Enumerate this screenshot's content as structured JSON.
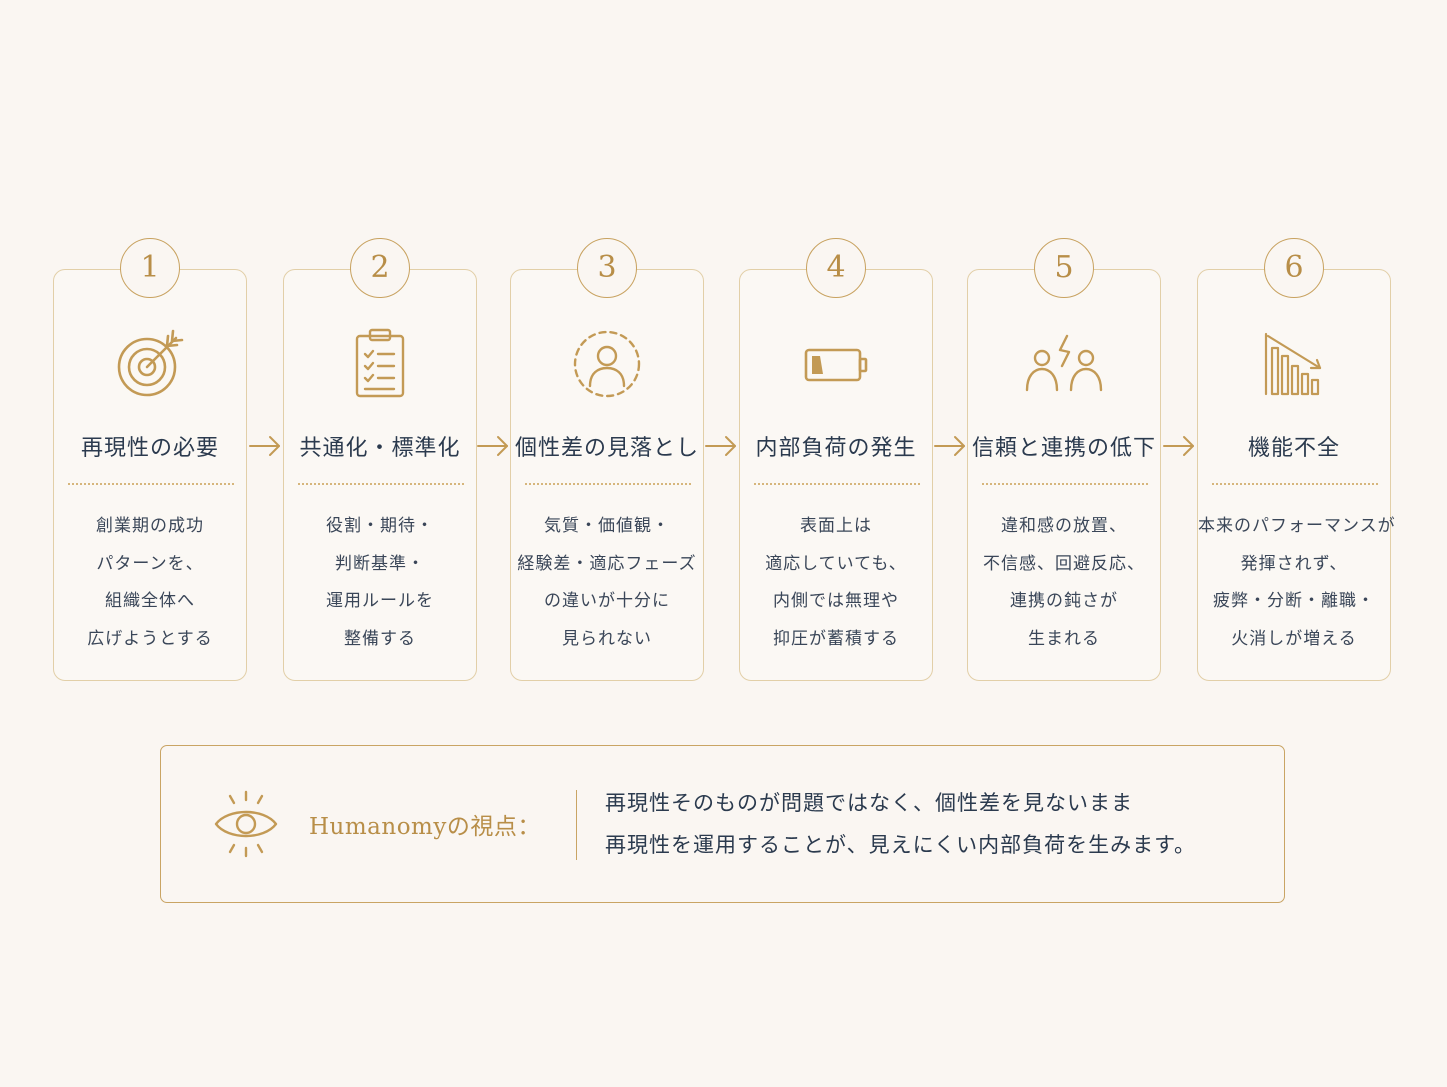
{
  "steps": [
    {
      "number": "1",
      "icon": "target-icon",
      "title": "再現性の必要",
      "desc": [
        "創業期の成功",
        "パターンを、",
        "組織全体へ",
        "広げようとする"
      ]
    },
    {
      "number": "2",
      "icon": "clipboard-checklist-icon",
      "title": "共通化・標準化",
      "desc": [
        "役割・期待・",
        "判断基準・",
        "運用ルールを",
        "整備する"
      ]
    },
    {
      "number": "3",
      "icon": "person-dashed-circle-icon",
      "title": "個性差の見落とし",
      "desc": [
        "気質・価値観・",
        "経験差・適応フェーズ",
        "の違いが十分に",
        "見られない"
      ]
    },
    {
      "number": "4",
      "icon": "low-battery-icon",
      "title": "内部負荷の発生",
      "desc": [
        "表面上は",
        "適応していても、",
        "内側では無理や",
        "抑圧が蓄積する"
      ]
    },
    {
      "number": "5",
      "icon": "people-conflict-icon",
      "title": "信頼と連携の低下",
      "desc": [
        "違和感の放置、",
        "不信感、回避反応、",
        "連携の鈍さが",
        "生まれる"
      ]
    },
    {
      "number": "6",
      "icon": "declining-bar-chart-icon",
      "title": "機能不全",
      "desc": [
        "本来のパフォーマンスが",
        "発揮されず、",
        "疲弊・分断・離職・",
        "火消しが増える"
      ]
    }
  ],
  "insight": {
    "icon": "eye-icon",
    "label": "Humanomyの視点：",
    "lines": [
      "再現性そのものが問題ではなく、個性差を見ないまま",
      "再現性を運用することが、見えにくい内部負荷を生みます。"
    ]
  },
  "colors": {
    "background": "#faf6f2",
    "accent_gold": "#c8a260",
    "text_navy": "#2b3a4e"
  }
}
